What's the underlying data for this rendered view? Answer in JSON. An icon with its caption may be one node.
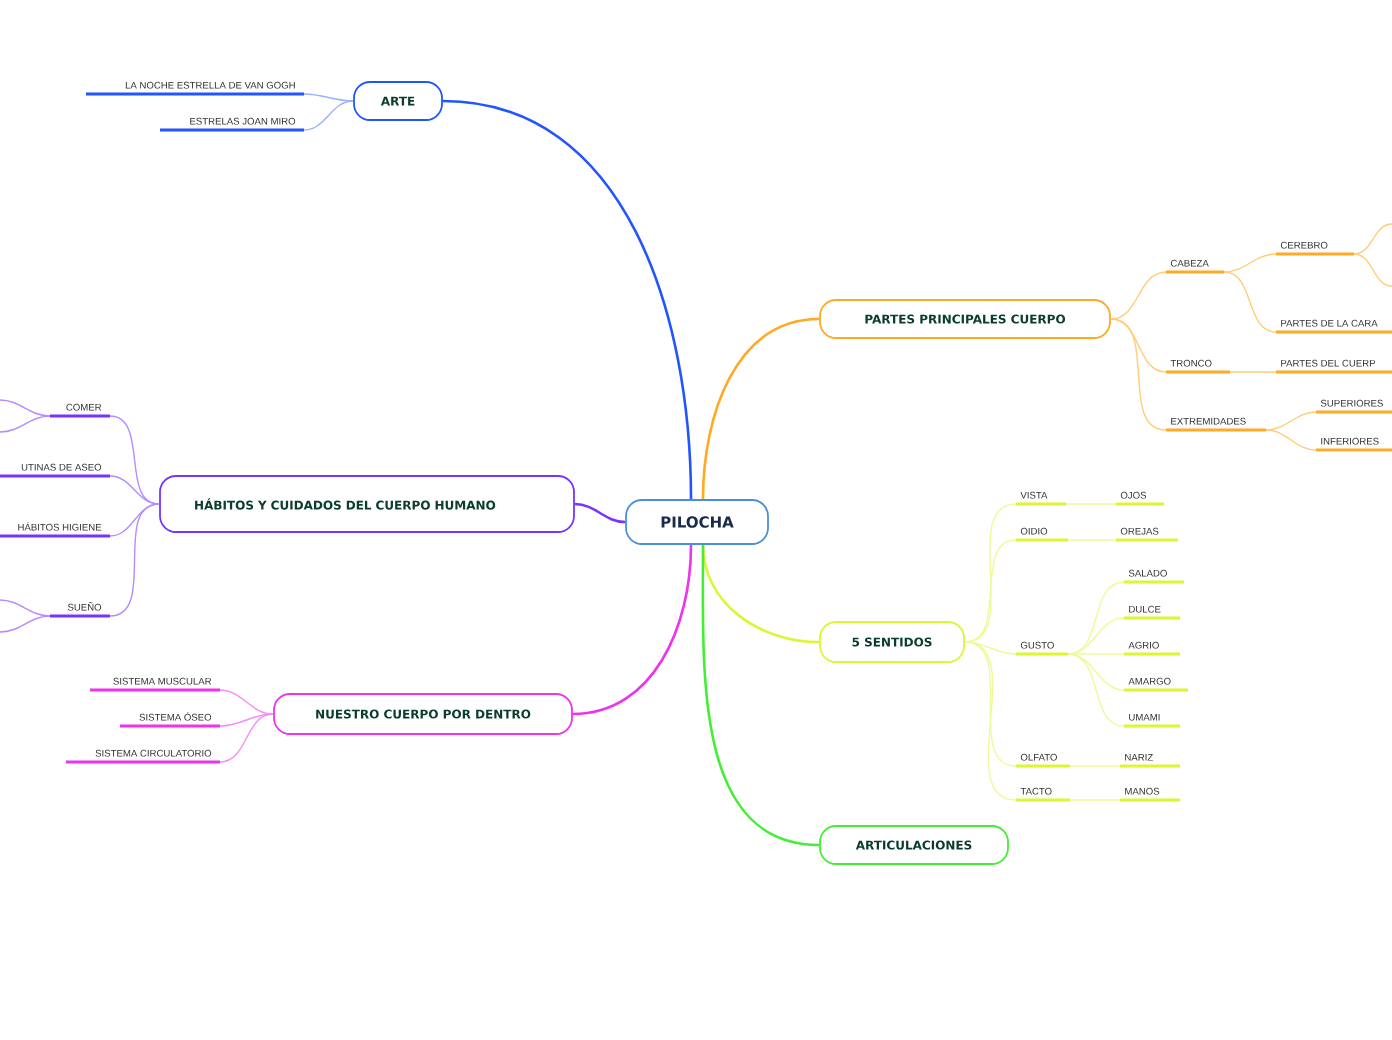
{
  "diagram": {
    "nodes": [
      {
        "text": [
          "PILOCHA"
        ]
      },
      {
        "text": [
          "ARTE"
        ]
      },
      {
        "text": [
          "LA NOCHE ESTRELLA DE VAN GOGH"
        ]
      },
      {
        "text": [
          "ESTRELAS JOAN MIRO"
        ]
      },
      {
        "text": [
          "HÁBITOS Y CUIDADOS DEL CUERPO HUMANO"
        ]
      },
      {
        "text": [
          "COMER"
        ]
      },
      {
        "text": [
          "UTINAS DE ASEO"
        ]
      },
      {
        "text": [
          "HÁBITOS HIGIENE"
        ]
      },
      {
        "text": [
          "SUEÑO"
        ]
      },
      {
        "text": [
          "NUESTRO CUERPO POR DENTRO"
        ]
      },
      {
        "text": [
          "SISTEMA MUSCULAR"
        ]
      },
      {
        "text": [
          "SISTEMA ÓSEO"
        ]
      },
      {
        "text": [
          "SISTEMA CIRCULATORIO"
        ]
      },
      {
        "text": [
          "PARTES PRINCIPALES CUERPO"
        ]
      },
      {
        "text": [
          "CABEZA"
        ]
      },
      {
        "text": [
          "CEREBRO"
        ]
      },
      {
        "text": [
          "PARTES DE LA CARA"
        ]
      },
      {
        "text": [
          "TRONCO"
        ]
      },
      {
        "text": [
          "PARTES DEL CUERP"
        ]
      },
      {
        "text": [
          "EXTREMIDADES"
        ]
      },
      {
        "text": [
          "SUPERIORES"
        ]
      },
      {
        "text": [
          "INFERIORES"
        ]
      },
      {
        "text": [
          "5 SENTIDOS"
        ]
      },
      {
        "text": [
          "VISTA"
        ]
      },
      {
        "text": [
          "OJOS"
        ]
      },
      {
        "text": [
          "OIDIO"
        ]
      },
      {
        "text": [
          "OREJAS"
        ]
      },
      {
        "text": [
          "GUSTO"
        ]
      },
      {
        "text": [
          "SALADO"
        ]
      },
      {
        "text": [
          "DULCE"
        ]
      },
      {
        "text": [
          "AGRIO"
        ]
      },
      {
        "text": [
          "AMARGO"
        ]
      },
      {
        "text": [
          "UMAMI"
        ]
      },
      {
        "text": [
          "OLFATO"
        ]
      },
      {
        "text": [
          "NARIZ"
        ]
      },
      {
        "text": [
          "TACTO"
        ]
      },
      {
        "text": [
          "MANOS"
        ]
      },
      {
        "text": [
          "ARTICULACIONES"
        ]
      }
    ],
    "edges": [
      {
        "from": 0,
        "to": 1,
        "arrow": "none",
        "color": "#2255ff"
      },
      {
        "from": 1,
        "to": 2,
        "arrow": "none",
        "color": "#99b0ff"
      },
      {
        "from": 1,
        "to": 3,
        "arrow": "none",
        "color": "#99b0ff"
      },
      {
        "from": 0,
        "to": 4,
        "arrow": "none",
        "color": "#7733ff"
      },
      {
        "from": 4,
        "to": 5,
        "arrow": "none",
        "color": "#b58cff"
      },
      {
        "from": 4,
        "to": 6,
        "arrow": "none",
        "color": "#b58cff"
      },
      {
        "from": 4,
        "to": 7,
        "arrow": "none",
        "color": "#b58cff"
      },
      {
        "from": 4,
        "to": 8,
        "arrow": "none",
        "color": "#b58cff"
      },
      {
        "from": 5,
        "to": null,
        "arrow": "none",
        "color": "#b58cff"
      },
      {
        "from": 5,
        "to": null,
        "arrow": "none",
        "color": "#b58cff"
      },
      {
        "from": 8,
        "to": null,
        "arrow": "none",
        "color": "#b58cff"
      },
      {
        "from": 8,
        "to": null,
        "arrow": "none",
        "color": "#b58cff"
      },
      {
        "from": 0,
        "to": 9,
        "arrow": "none",
        "color": "#ee33ee"
      },
      {
        "from": 9,
        "to": 10,
        "arrow": "none",
        "color": "#f58cf5"
      },
      {
        "from": 9,
        "to": 11,
        "arrow": "none",
        "color": "#f58cf5"
      },
      {
        "from": 9,
        "to": 12,
        "arrow": "none",
        "color": "#f58cf5"
      },
      {
        "from": 0,
        "to": 13,
        "arrow": "none",
        "color": "#ffaa22"
      },
      {
        "from": 13,
        "to": 14,
        "arrow": "none",
        "color": "#ffcc77"
      },
      {
        "from": 14,
        "to": 15,
        "arrow": "none",
        "color": "#ffcc77"
      },
      {
        "from": 15,
        "to": null,
        "arrow": "none",
        "color": "#ffcc77"
      },
      {
        "from": 15,
        "to": null,
        "arrow": "none",
        "color": "#ffcc77"
      },
      {
        "from": 14,
        "to": 16,
        "arrow": "none",
        "color": "#ffcc77"
      },
      {
        "from": 13,
        "to": 17,
        "arrow": "none",
        "color": "#ffcc77"
      },
      {
        "from": 17,
        "to": 18,
        "arrow": "none",
        "color": "#ffcc77"
      },
      {
        "from": 13,
        "to": 19,
        "arrow": "none",
        "color": "#ffcc77"
      },
      {
        "from": 19,
        "to": 20,
        "arrow": "none",
        "color": "#ffcc77"
      },
      {
        "from": 19,
        "to": 21,
        "arrow": "none",
        "color": "#ffcc77"
      },
      {
        "from": 0,
        "to": 22,
        "arrow": "none",
        "color": "#ddf533"
      },
      {
        "from": 22,
        "to": 23,
        "arrow": "none",
        "color": "#eefa99"
      },
      {
        "from": 23,
        "to": 24,
        "arrow": "none",
        "color": "#eefa99"
      },
      {
        "from": 22,
        "to": 25,
        "arrow": "none",
        "color": "#eefa99"
      },
      {
        "from": 25,
        "to": 26,
        "arrow": "none",
        "color": "#eefa99"
      },
      {
        "from": 22,
        "to": 27,
        "arrow": "none",
        "color": "#eefa99"
      },
      {
        "from": 27,
        "to": 28,
        "arrow": "none",
        "color": "#eefa99"
      },
      {
        "from": 27,
        "to": 29,
        "arrow": "none",
        "color": "#eefa99"
      },
      {
        "from": 27,
        "to": 30,
        "arrow": "none",
        "color": "#eefa99"
      },
      {
        "from": 27,
        "to": 31,
        "arrow": "none",
        "color": "#eefa99"
      },
      {
        "from": 27,
        "to": 32,
        "arrow": "none",
        "color": "#eefa99"
      },
      {
        "from": 22,
        "to": 33,
        "arrow": "none",
        "color": "#eefa99"
      },
      {
        "from": 33,
        "to": 34,
        "arrow": "none",
        "color": "#eefa99"
      },
      {
        "from": 22,
        "to": 35,
        "arrow": "none",
        "color": "#eefa99"
      },
      {
        "from": 35,
        "to": 36,
        "arrow": "none",
        "color": "#eefa99"
      },
      {
        "from": 0,
        "to": 37,
        "arrow": "none",
        "color": "#44ee33"
      }
    ]
  }
}
